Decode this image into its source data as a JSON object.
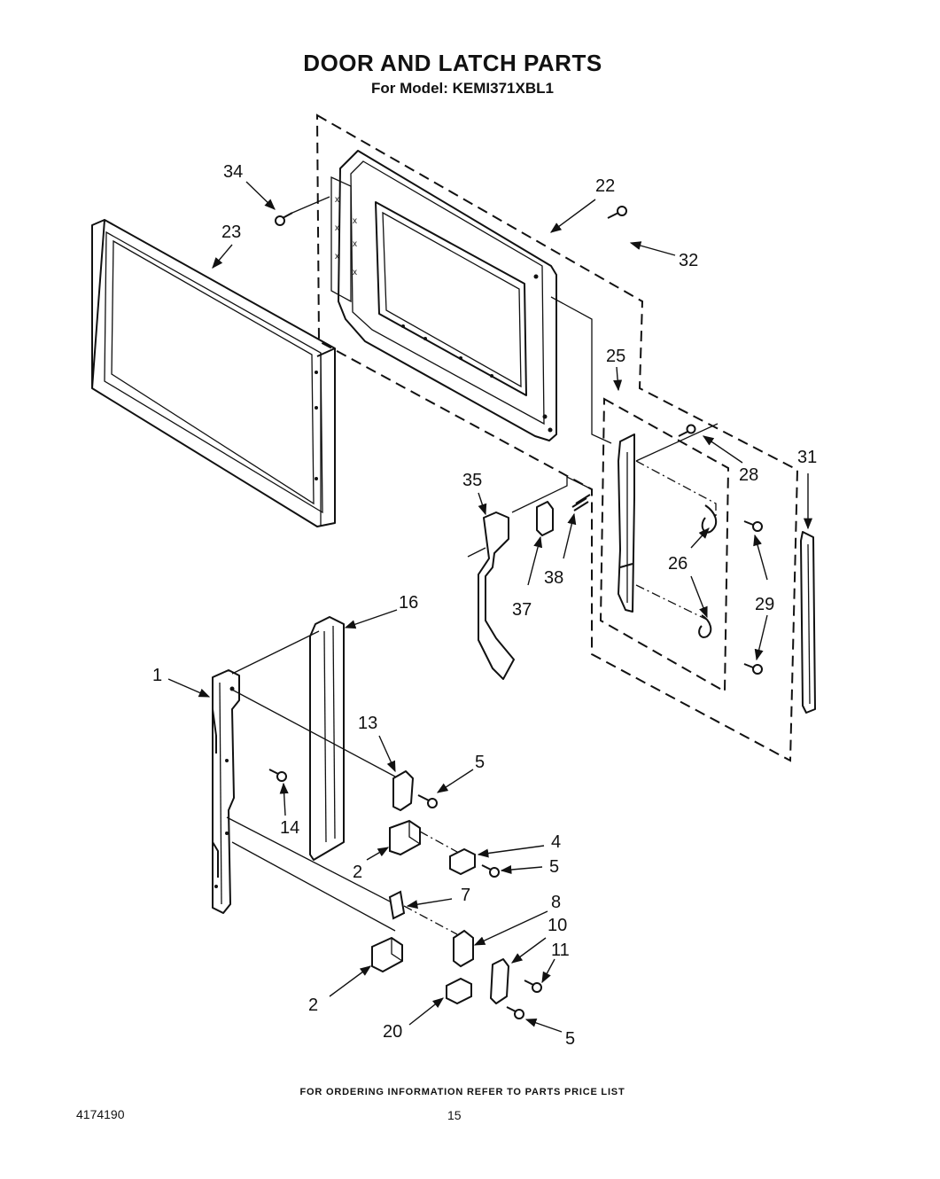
{
  "header": {
    "title": "DOOR AND LATCH PARTS",
    "subtitle": "For Model: KEMI371XBL1"
  },
  "callouts": {
    "c1": "1",
    "c2a": "2",
    "c2b": "2",
    "c4": "4",
    "c5a": "5",
    "c5b": "5",
    "c5c": "5",
    "c7": "7",
    "c8": "8",
    "c10": "10",
    "c11": "11",
    "c13": "13",
    "c14": "14",
    "c16": "16",
    "c20": "20",
    "c22": "22",
    "c23": "23",
    "c25": "25",
    "c26": "26",
    "c28": "28",
    "c29": "29",
    "c31": "31",
    "c32": "32",
    "c34": "34",
    "c35": "35",
    "c37": "37",
    "c38": "38"
  },
  "footer": {
    "note": "FOR ORDERING INFORMATION REFER TO PARTS PRICE LIST",
    "doc_number": "4174190",
    "page_number": "15"
  }
}
